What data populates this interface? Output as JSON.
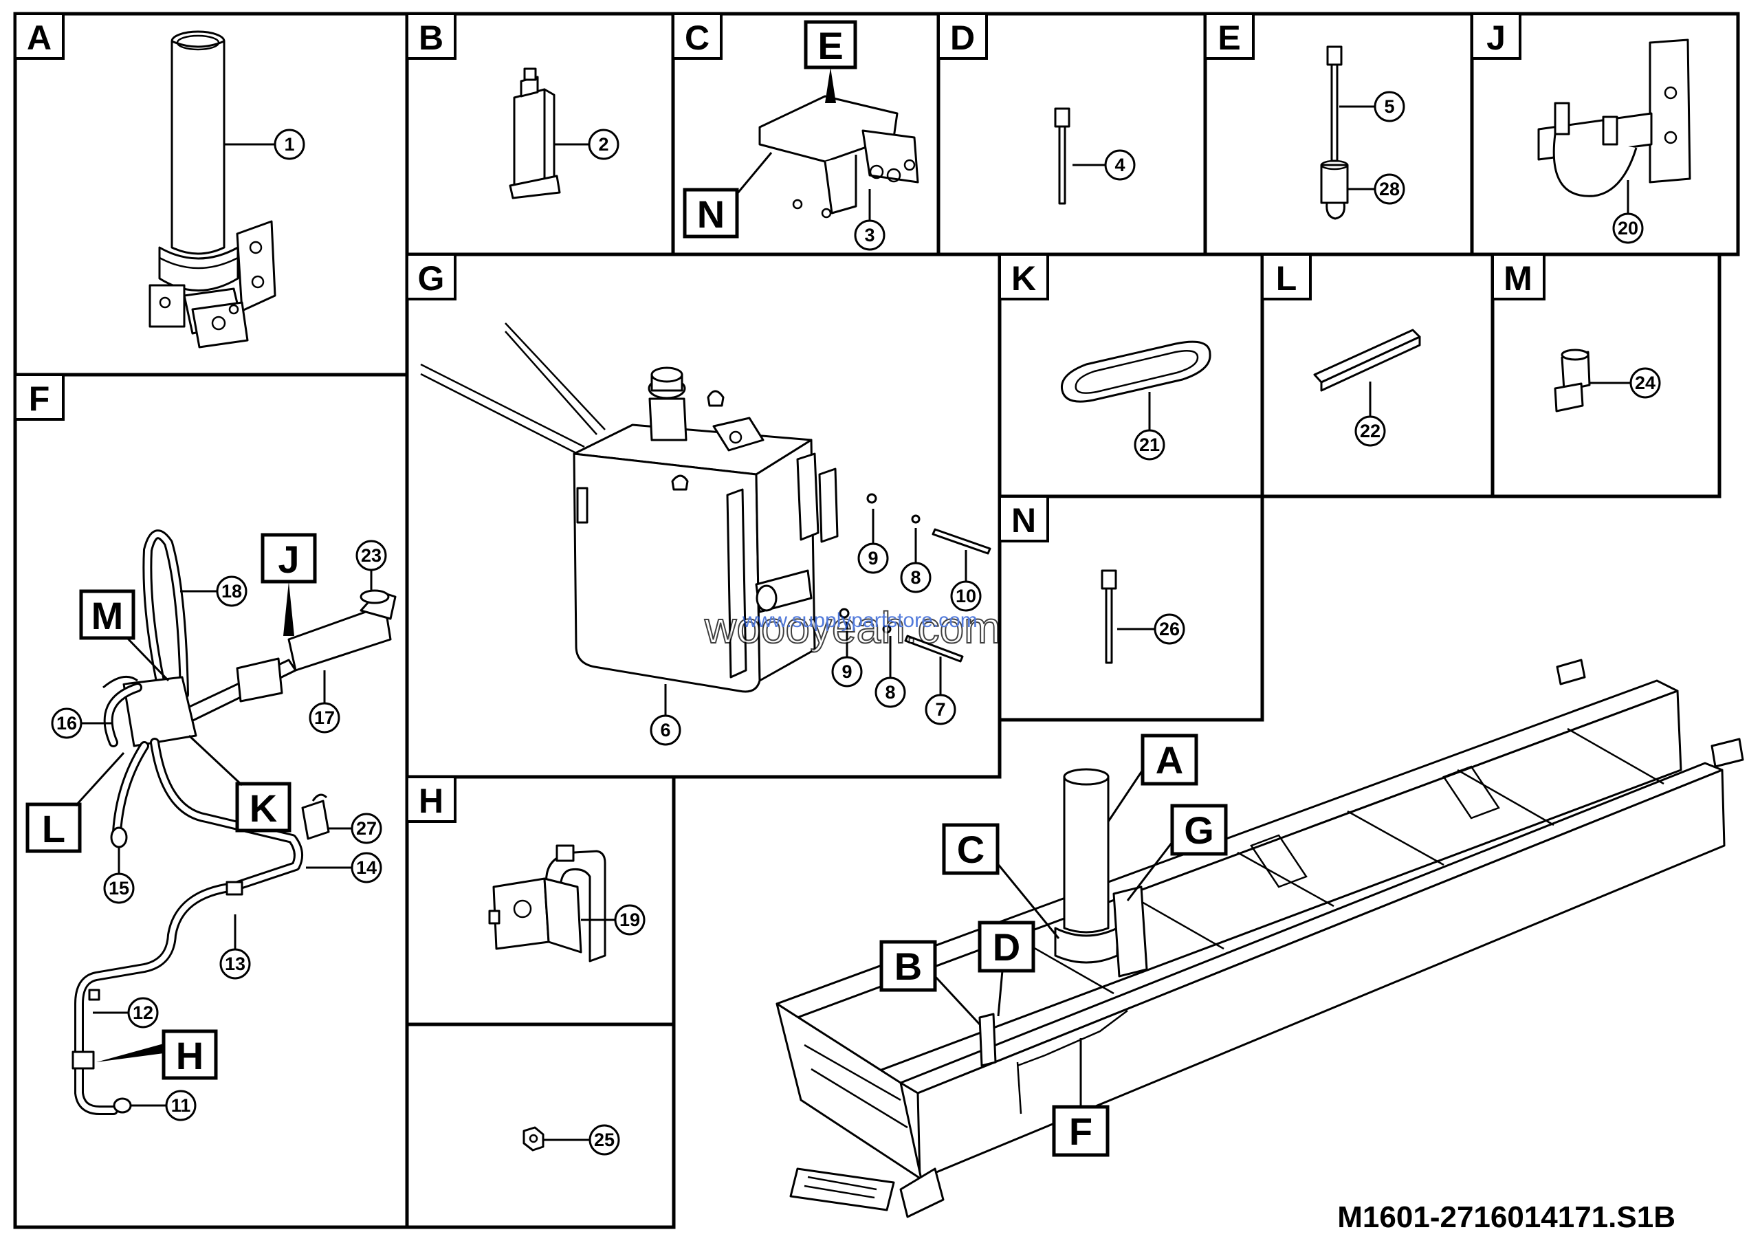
{
  "panel_tags": [
    "A",
    "B",
    "C",
    "D",
    "E",
    "J",
    "G",
    "K",
    "L",
    "M",
    "N",
    "F",
    "H"
  ],
  "part_numbers": [
    "1",
    "2",
    "3",
    "4",
    "5",
    "28",
    "20",
    "21",
    "22",
    "24",
    "26",
    "9",
    "8",
    "10",
    "9",
    "8",
    "7",
    "6",
    "19",
    "25",
    "23",
    "18",
    "17",
    "16",
    "27",
    "14",
    "15",
    "13",
    "12",
    "11"
  ],
  "callouts": {
    "c_E": "E",
    "c_N": "N",
    "f_J": "J",
    "f_M": "M",
    "f_K": "K",
    "f_L": "L",
    "f_H": "H",
    "ch_A": "A",
    "ch_C": "C",
    "ch_G": "G",
    "ch_B": "B",
    "ch_D": "D",
    "ch_F": "F"
  },
  "watermark": {
    "main": "woooyeah.com",
    "overlay": "www.supplypartstore.com"
  },
  "drawing_code": "M1601-2716014171.S1B"
}
